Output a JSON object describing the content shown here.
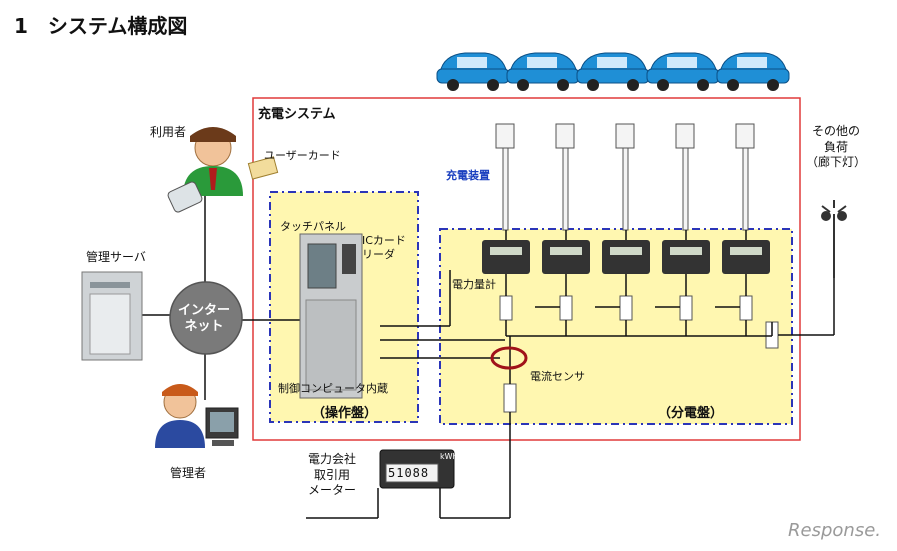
{
  "title": "1　システム構成図",
  "labels": {
    "charging_system": "充電システム",
    "user": "利用者",
    "user_card": "ユーザーカード",
    "charger": "充電装置",
    "other_loads": "その他の\n負荷\n（廊下灯）",
    "management_server": "管理サーバ",
    "touch_panel": "タッチパネル",
    "ic_card_reader": "ICカード\nリーダ",
    "internet": "インター\nネット",
    "power_meter": "電力量計",
    "current_sensor": "電流センサ",
    "control_computer": "制御コンピュータ内蔵",
    "operation_panel": "（操作盤）",
    "distribution_board": "（分電盤）",
    "administrator": "管理者",
    "utility_meter": "電力会社\n取引用\nメーター",
    "meter_reading": "51088",
    "meter_unit": "kWh"
  },
  "watermark": "Response.",
  "colors": {
    "system_border": "#e03a3a",
    "panel_border": "#2b35b8",
    "panel_fill": "#fff7b0",
    "car": "#1f8fd6",
    "internet": "#7a7a7a"
  }
}
